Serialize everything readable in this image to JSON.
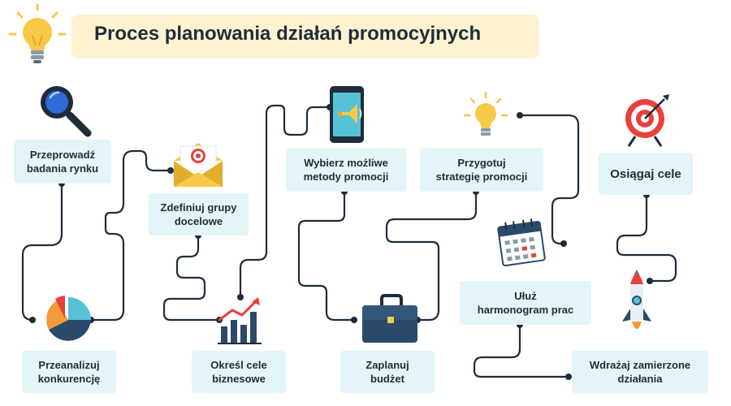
{
  "header": {
    "title": "Proces planowania działań promocyjnych"
  },
  "steps": [
    {
      "id": "step1",
      "label": "Przeprowadź\nbadania rynku",
      "icon": "magnifier-icon"
    },
    {
      "id": "step2",
      "label": "Przeanalizuj\nkonkurencję",
      "icon": "pie-chart-icon"
    },
    {
      "id": "step3",
      "label": "Zdefiniuj grupy\ndocelowe",
      "icon": "target-envelope-icon"
    },
    {
      "id": "step4",
      "label": "Określ cele\nbiznesowe",
      "icon": "growth-chart-icon"
    },
    {
      "id": "step5",
      "label": "Wybierz możliwe\nmetody promocji",
      "icon": "phone-megaphone-icon"
    },
    {
      "id": "step6",
      "label": "Zaplanuj\nbudżet",
      "icon": "briefcase-icon"
    },
    {
      "id": "step7",
      "label": "Przygotuj\nstrategię promocji",
      "icon": "lightbulb-icon"
    },
    {
      "id": "step8",
      "label": "Ułuż\nharmonogram prac",
      "icon": "calendar-icon"
    },
    {
      "id": "step9",
      "label": "Wdrażaj zamierzone\ndziałania",
      "icon": "rocket-icon"
    },
    {
      "id": "step10",
      "label": "Osiągaj cele",
      "icon": "bullseye-icon"
    }
  ],
  "colors": {
    "path": "#1f2c3a",
    "box": "#e3f5f8",
    "title_band": "#fdf3d0",
    "accent_red": "#e8413c",
    "accent_orange": "#f39b3a",
    "accent_yellow": "#f7c948",
    "accent_teal": "#56c2d6",
    "accent_navy": "#2b4a6b"
  }
}
